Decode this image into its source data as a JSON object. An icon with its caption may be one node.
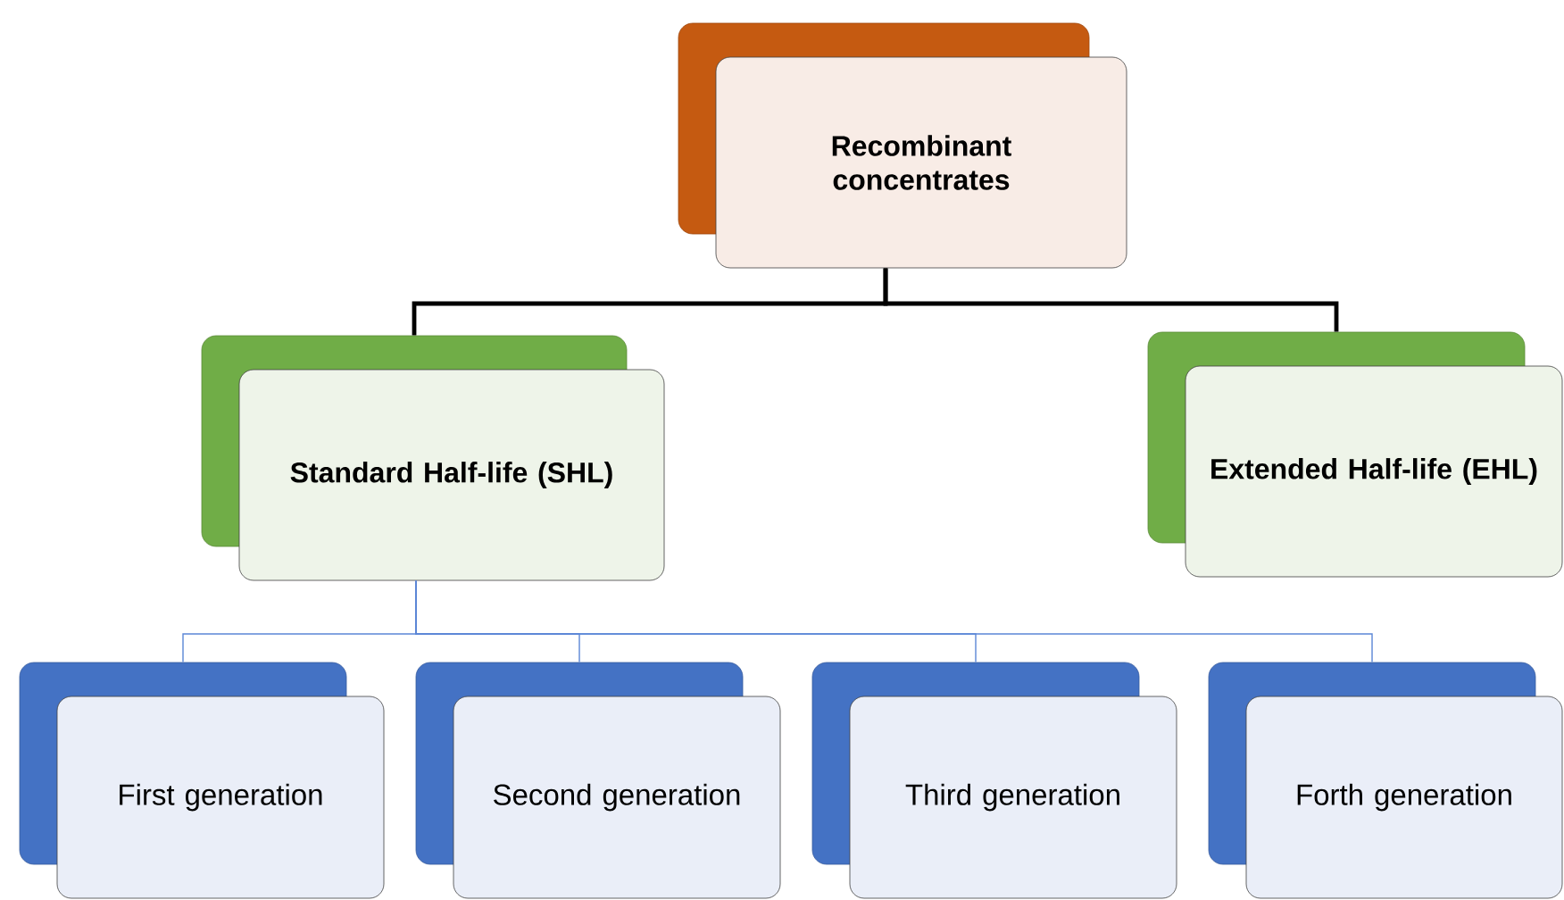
{
  "diagram": {
    "nodes": [
      {
        "text": [
          "Recombinant concentrates"
        ]
      },
      {
        "text": [
          "Standard Half-life (SHL)"
        ]
      },
      {
        "text": [
          "Extended Half-life (EHL)"
        ]
      },
      {
        "text": [
          "First generation"
        ]
      },
      {
        "text": [
          "Second generation"
        ]
      },
      {
        "text": [
          "Third generation"
        ]
      },
      {
        "text": [
          "Forth generation"
        ]
      }
    ],
    "edges": [
      {
        "from": 0,
        "to": 1,
        "arrow": "none",
        "style": "thick",
        "color": "#000000"
      },
      {
        "from": 0,
        "to": 2,
        "arrow": "none",
        "style": "thick",
        "color": "#000000"
      },
      {
        "from": 1,
        "to": 3,
        "arrow": "none"
      },
      {
        "from": 1,
        "to": 4,
        "arrow": "none"
      },
      {
        "from": 1,
        "to": 5,
        "arrow": "none"
      },
      {
        "from": 1,
        "to": 6,
        "arrow": "none"
      }
    ]
  }
}
